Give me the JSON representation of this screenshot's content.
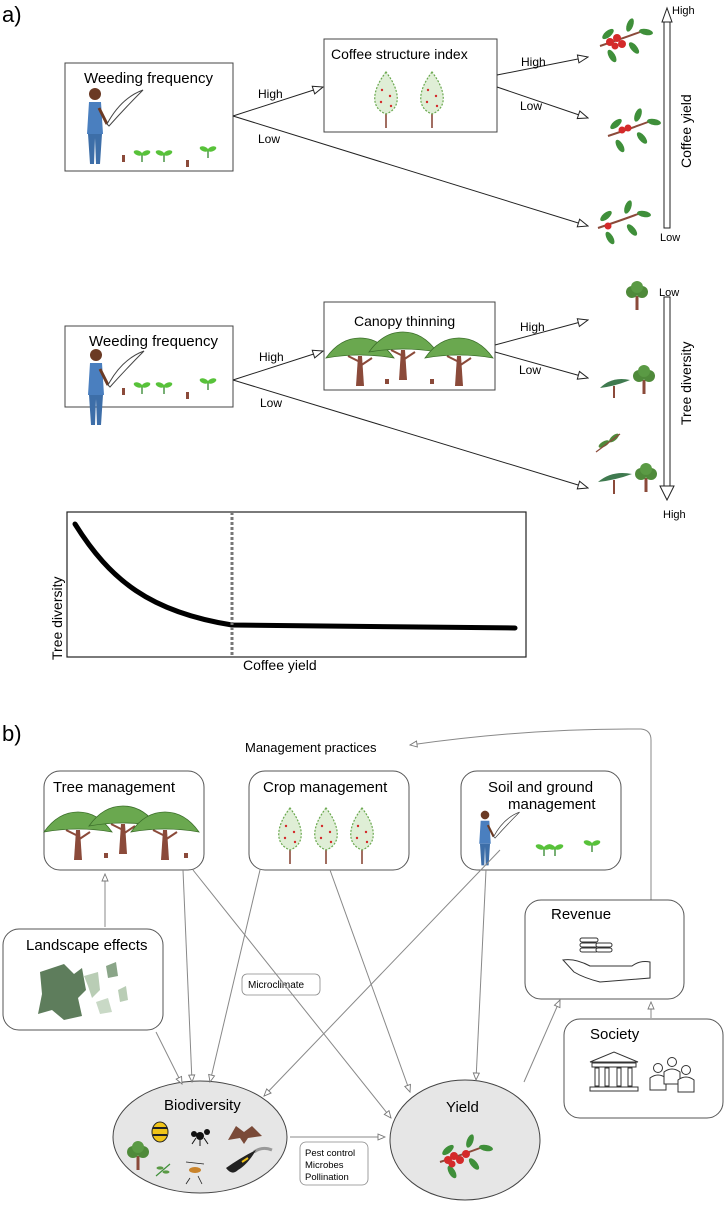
{
  "panel_a": {
    "label": "a)",
    "row1": {
      "weeding_box_title": "Weeding frequency",
      "high_label": "High",
      "low_label": "Low",
      "structure_box_title": "Coffee structure index",
      "struct_high_label": "High",
      "struct_low_label": "Low",
      "axis_title": "Coffee yield",
      "axis_top": "High",
      "axis_bottom": "Low"
    },
    "row2": {
      "weeding_box_title": "Weeding frequency",
      "high_label": "High",
      "low_label": "Low",
      "canopy_box_title": "Canopy thinning",
      "canopy_high_label": "High",
      "canopy_low_label": "Low",
      "axis_title": "Tree diversity",
      "axis_top": "Low",
      "axis_bottom": "High"
    },
    "plot": {
      "xlabel": "Coffee yield",
      "ylabel": "Tree diversity"
    }
  },
  "panel_b": {
    "label": "b)",
    "management_practices": "Management practices",
    "tree_management": "Tree management",
    "crop_management": "Crop management",
    "soil_management_line1": "Soil and ground",
    "soil_management_line2": "management",
    "landscape_effects": "Landscape effects",
    "revenue": "Revenue",
    "society": "Society",
    "microclimate": "Microclimate",
    "biodiversity": "Biodiversity",
    "yield": "Yield",
    "services": [
      "Pest control",
      "Microbes",
      "Pollination"
    ]
  },
  "colors": {
    "coffee_berry": "#d42a2a",
    "leaf": "#3f8f3a",
    "sprout": "#58c23a",
    "canopy": "#6aa84f",
    "trunk": "#8b4a3a",
    "person_shirt": "#4a7fbf",
    "ellipse_fill": "#e6e6e6"
  }
}
